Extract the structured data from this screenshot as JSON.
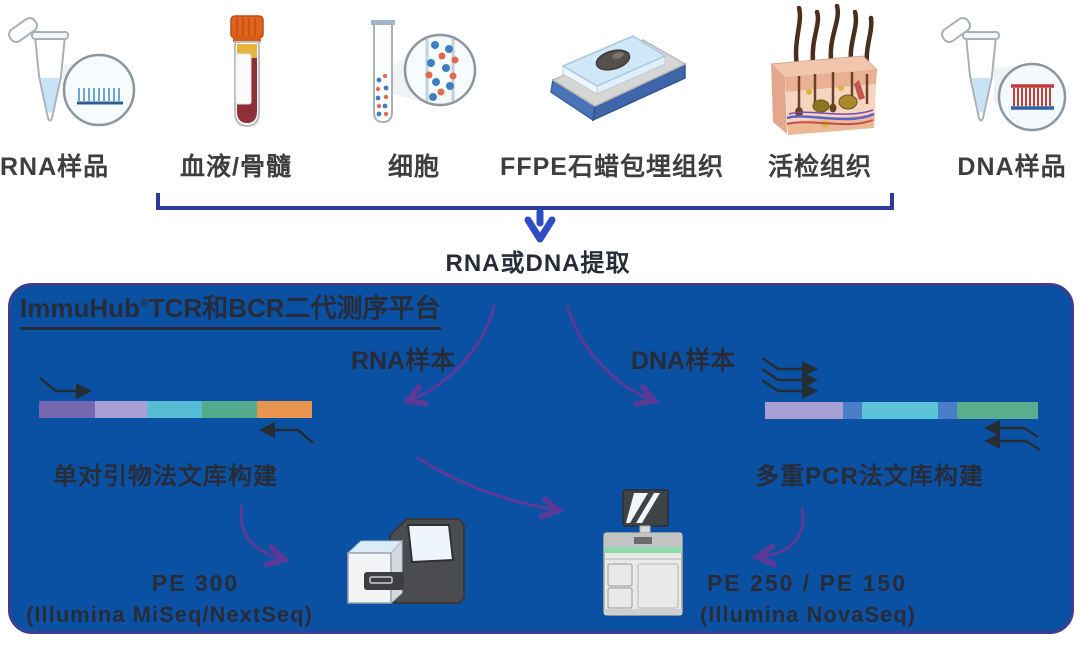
{
  "samples": [
    {
      "label": "RNA样品",
      "icon": "rna-tube-icon"
    },
    {
      "label": "血液/骨髓",
      "icon": "blood-tube-icon"
    },
    {
      "label": "细胞",
      "icon": "cell-tube-icon"
    },
    {
      "label": "FFPE石蜡包埋组织",
      "icon": "ffpe-block-icon"
    },
    {
      "label": "活检组织",
      "icon": "skin-biopsy-icon"
    },
    {
      "label": "DNA样品",
      "icon": "dna-tube-icon"
    }
  ],
  "extraction": {
    "label": "RNA或DNA提取"
  },
  "platform": {
    "brand": "ImmuHub",
    "registered": "®",
    "title_suffix": "TCR和BCR二代测序平台",
    "rna_branch": "RNA样本",
    "dna_branch": "DNA样本",
    "left_method": "单对引物法文库构建",
    "right_method": "多重PCR法文库构建",
    "left_read": "PE 300",
    "left_instrument": "(Illumina MiSeq/NextSeq)",
    "right_read": "PE 250 / PE 150",
    "right_instrument": "(Illumina NovaSeq)"
  },
  "colors": {
    "platform_box": "#0b51a3",
    "platform_border": "#3c3f8f",
    "bracket": "#2c3a9c",
    "extract_arrow": "#2e4cc4",
    "flow_arrow": "#5b3a97",
    "primer_arrow": "#262c33",
    "dark_text": "#272c38",
    "label_text": "#3e3e3e"
  },
  "bars": {
    "left": {
      "name": "single-primer-amplicon-bar",
      "segments": [
        {
          "color": "#7568ae",
          "width": 56
        },
        {
          "color": "#a89fd4",
          "width": 52
        },
        {
          "color": "#56bcd4",
          "width": 55
        },
        {
          "color": "#53ab8b",
          "width": 55
        },
        {
          "color": "#e9954f",
          "width": 55
        }
      ]
    },
    "right": {
      "name": "multiplex-pcr-amplicon-bar",
      "segments": [
        {
          "color": "#a89fd4",
          "width": 78
        },
        {
          "color": "#4a7ec8",
          "width": 19
        },
        {
          "color": "#5bc2d8",
          "width": 76
        },
        {
          "color": "#4a7ec8",
          "width": 19
        },
        {
          "color": "#5aae8e",
          "width": 81
        }
      ]
    }
  }
}
